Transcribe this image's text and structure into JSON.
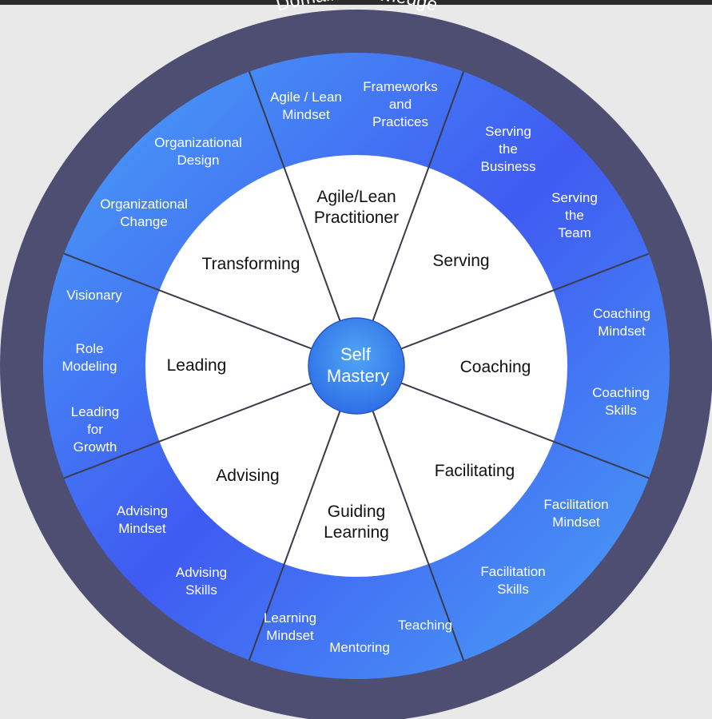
{
  "diagram": {
    "outer_ring_label": "Domain Knowledge",
    "center_label": [
      "Self",
      "Mastery"
    ],
    "inner_sectors": [
      {
        "id": "agile-lean-practitioner",
        "lines": [
          "Agile/Lean",
          "Practitioner"
        ]
      },
      {
        "id": "serving",
        "lines": [
          "Serving"
        ]
      },
      {
        "id": "coaching",
        "lines": [
          "Coaching"
        ]
      },
      {
        "id": "facilitating",
        "lines": [
          "Facilitating"
        ]
      },
      {
        "id": "guiding-learning",
        "lines": [
          "Guiding",
          "Learning"
        ]
      },
      {
        "id": "advising",
        "lines": [
          "Advising"
        ]
      },
      {
        "id": "leading",
        "lines": [
          "Leading"
        ]
      },
      {
        "id": "transforming",
        "lines": [
          "Transforming"
        ]
      }
    ],
    "competencies": [
      {
        "id": "agile-lean-mindset",
        "lines": [
          "Agile / Lean",
          "Mindset"
        ]
      },
      {
        "id": "frameworks-and-practices",
        "lines": [
          "Frameworks",
          "and",
          "Practices"
        ]
      },
      {
        "id": "serving-the-business",
        "lines": [
          "Serving",
          "the",
          "Business"
        ]
      },
      {
        "id": "serving-the-team",
        "lines": [
          "Serving",
          "the",
          "Team"
        ]
      },
      {
        "id": "coaching-mindset",
        "lines": [
          "Coaching",
          "Mindset"
        ]
      },
      {
        "id": "coaching-skills",
        "lines": [
          "Coaching",
          "Skills"
        ]
      },
      {
        "id": "facilitation-mindset",
        "lines": [
          "Facilitation",
          "Mindset"
        ]
      },
      {
        "id": "facilitation-skills",
        "lines": [
          "Facilitation",
          "Skills"
        ]
      },
      {
        "id": "teaching",
        "lines": [
          "Teaching"
        ]
      },
      {
        "id": "mentoring",
        "lines": [
          "Mentoring"
        ]
      },
      {
        "id": "learning-mindset",
        "lines": [
          "Learning",
          "Mindset"
        ]
      },
      {
        "id": "advising-skills",
        "lines": [
          "Advising",
          "Skills"
        ]
      },
      {
        "id": "advising-mindset",
        "lines": [
          "Advising",
          "Mindset"
        ]
      },
      {
        "id": "leading-for-growth",
        "lines": [
          "Leading",
          "for",
          "Growth"
        ]
      },
      {
        "id": "role-modeling",
        "lines": [
          "Role",
          "Modeling"
        ]
      },
      {
        "id": "visionary",
        "lines": [
          "Visionary"
        ]
      },
      {
        "id": "organizational-change",
        "lines": [
          "Organizational",
          "Change"
        ]
      },
      {
        "id": "organizational-design",
        "lines": [
          "Organizational",
          "Design"
        ]
      }
    ],
    "colors": {
      "background": "#e9e9e9",
      "outer_ring": "#4e4d72",
      "segment_blue_dark": "#3f5bf2",
      "segment_blue_light": "#4aa3f6",
      "inner_fill": "#ffffff",
      "divider": "#3a3a4a",
      "center_fill": "#3f8df0"
    }
  }
}
